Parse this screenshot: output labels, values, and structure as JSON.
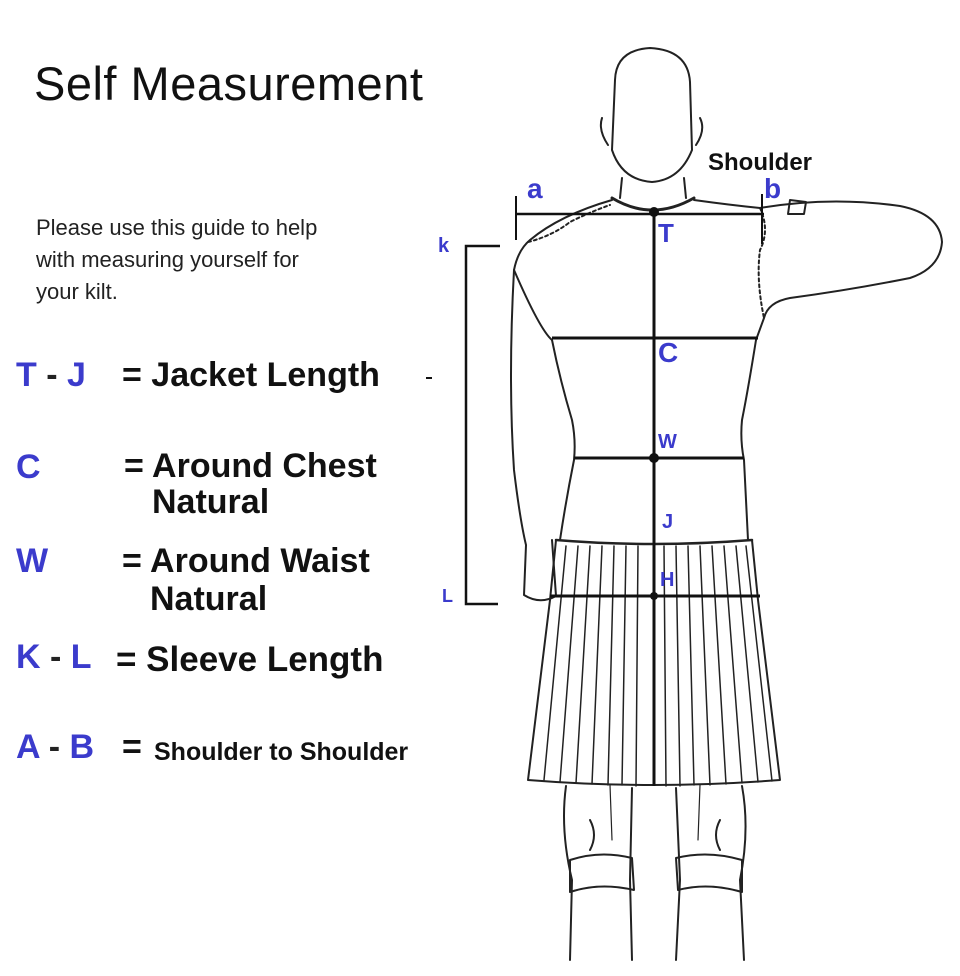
{
  "title": "Self Measurement",
  "intro_lines": [
    "Please use this guide to help",
    "with measuring yourself for",
    "your kilt."
  ],
  "legend": [
    {
      "code_a": "T",
      "code_b": "J",
      "desc": "= Jacket Length"
    },
    {
      "code_a": "C",
      "code_b": "",
      "desc_l1": "= Around Chest",
      "desc_l2": "Natural"
    },
    {
      "code_a": "W",
      "code_b": "",
      "desc_l1": "= Around Waist",
      "desc_l2": "Natural"
    },
    {
      "code_a": "K",
      "code_b": "L",
      "desc": "= Sleeve Length"
    },
    {
      "code_a": "A",
      "code_b": "B",
      "desc_eq": "=",
      "desc": "Shoulder to Shoulder"
    }
  ],
  "dash": "-",
  "diagram_labels": {
    "shoulder": "Shoulder",
    "a": "a",
    "b": "b",
    "k": "k",
    "l": "L",
    "t": "T",
    "c": "C",
    "w": "W",
    "j": "J",
    "h": "H"
  },
  "colors": {
    "accent": "#3b3bcc",
    "text": "#111111"
  }
}
